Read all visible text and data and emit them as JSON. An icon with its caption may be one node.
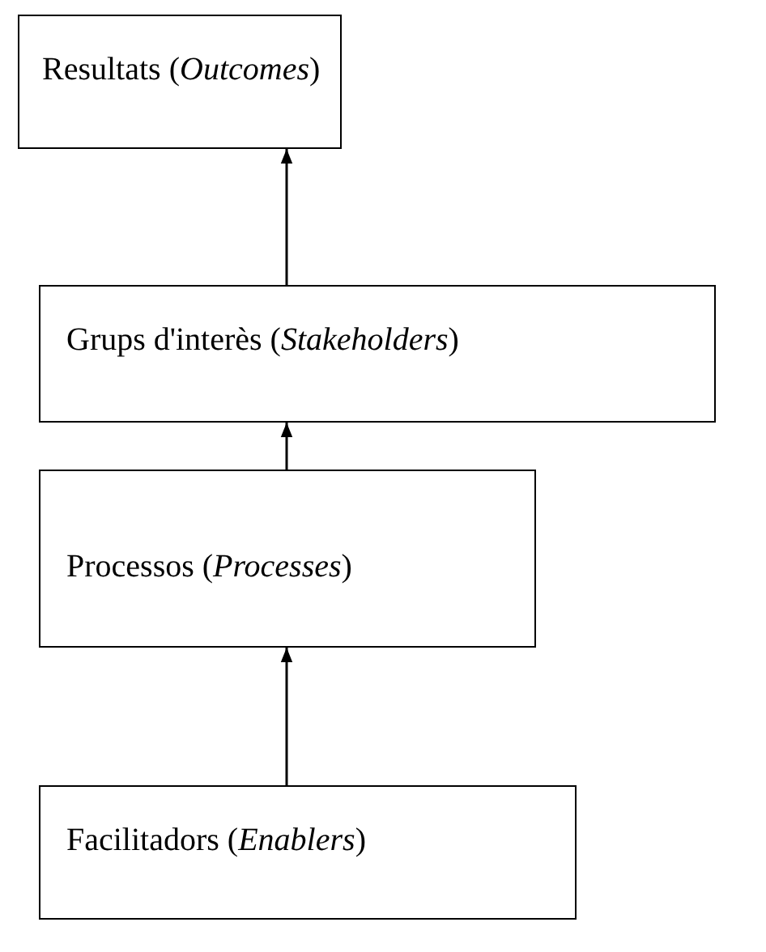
{
  "diagram": {
    "nodes": [
      {
        "text": [
          "Resultats (*Outcomes*)"
        ]
      },
      {
        "text": [
          "Grups d'interès (*Stakeholders*)"
        ]
      },
      {
        "text": [
          "Processos (*Processes*)"
        ]
      },
      {
        "text": [
          "Facilitadors (*Enablers*)"
        ]
      }
    ],
    "edges": [
      {
        "from": 1,
        "to": 0,
        "arrow": "to"
      },
      {
        "from": 2,
        "to": 1,
        "arrow": "to"
      },
      {
        "from": 3,
        "to": 2,
        "arrow": "to"
      }
    ]
  }
}
